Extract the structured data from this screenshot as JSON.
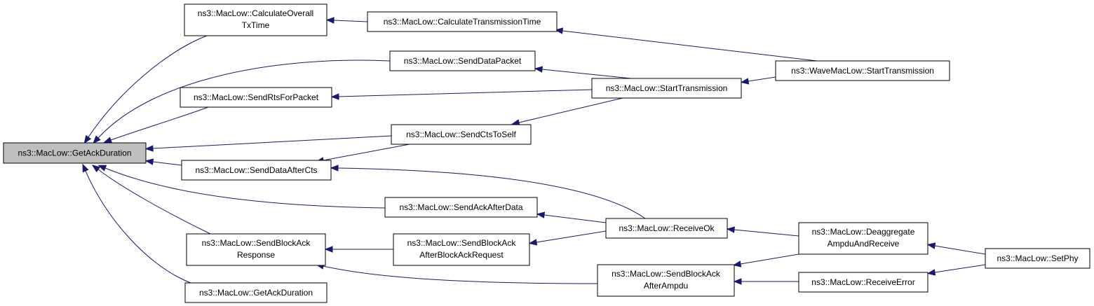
{
  "colors": {
    "edge": "#191970",
    "root_fill": "#bfbfbf",
    "node_fill": "#ffffff",
    "node_border": "#000000"
  },
  "nodes": {
    "getackduration_root": {
      "lines": [
        "ns3::MacLow::GetAckDuration"
      ]
    },
    "calculate_overall_txtime": {
      "lines": [
        "ns3::MacLow::CalculateOverall",
        "TxTime"
      ]
    },
    "calculate_transmission_time": {
      "lines": [
        "ns3::MacLow::CalculateTransmissionTime"
      ]
    },
    "send_data_packet": {
      "lines": [
        "ns3::MacLow::SendDataPacket"
      ]
    },
    "send_rts_for_packet": {
      "lines": [
        "ns3::MacLow::SendRtsForPacket"
      ]
    },
    "start_transmission": {
      "lines": [
        "ns3::MacLow::StartTransmission"
      ]
    },
    "wave_start_transmission": {
      "lines": [
        "ns3::WaveMacLow::StartTransmission"
      ]
    },
    "send_cts_to_self": {
      "lines": [
        "ns3::MacLow::SendCtsToSelf"
      ]
    },
    "send_data_after_cts": {
      "lines": [
        "ns3::MacLow::SendDataAfterCts"
      ]
    },
    "send_ack_after_data": {
      "lines": [
        "ns3::MacLow::SendAckAfterData"
      ]
    },
    "receive_ok": {
      "lines": [
        "ns3::MacLow::ReceiveOk"
      ]
    },
    "send_block_ack_response": {
      "lines": [
        "ns3::MacLow::SendBlockAck",
        "Response"
      ]
    },
    "send_block_ack_after_bar": {
      "lines": [
        "ns3::MacLow::SendBlockAck",
        "AfterBlockAckRequest"
      ]
    },
    "deaggregate": {
      "lines": [
        "ns3::MacLow::Deaggregate",
        "AmpduAndReceive"
      ]
    },
    "set_phy": {
      "lines": [
        "ns3::MacLow::SetPhy"
      ]
    },
    "send_block_ack_after_ampdu": {
      "lines": [
        "ns3::MacLow::SendBlockAck",
        "AfterAmpdu"
      ]
    },
    "receive_error": {
      "lines": [
        "ns3::MacLow::ReceiveError"
      ]
    },
    "getackduration_overload": {
      "lines": [
        "ns3::MacLow::GetAckDuration"
      ]
    }
  },
  "edges": [
    {
      "from": "calculate_overall_txtime",
      "to": "getackduration_root"
    },
    {
      "from": "send_data_packet",
      "to": "getackduration_root"
    },
    {
      "from": "send_rts_for_packet",
      "to": "getackduration_root"
    },
    {
      "from": "send_cts_to_self",
      "to": "getackduration_root"
    },
    {
      "from": "send_data_after_cts",
      "to": "getackduration_root"
    },
    {
      "from": "send_ack_after_data",
      "to": "getackduration_root"
    },
    {
      "from": "send_block_ack_response",
      "to": "getackduration_root"
    },
    {
      "from": "getackduration_overload",
      "to": "getackduration_root"
    },
    {
      "from": "calculate_transmission_time",
      "to": "calculate_overall_txtime"
    },
    {
      "from": "wave_start_transmission",
      "to": "calculate_transmission_time"
    },
    {
      "from": "start_transmission",
      "to": "send_data_packet"
    },
    {
      "from": "start_transmission",
      "to": "send_rts_for_packet"
    },
    {
      "from": "start_transmission",
      "to": "send_cts_to_self"
    },
    {
      "from": "wave_start_transmission",
      "to": "start_transmission"
    },
    {
      "from": "send_cts_to_self",
      "to": "send_data_after_cts"
    },
    {
      "from": "receive_ok",
      "to": "send_data_after_cts"
    },
    {
      "from": "receive_ok",
      "to": "send_ack_after_data"
    },
    {
      "from": "receive_ok",
      "to": "send_block_ack_after_bar"
    },
    {
      "from": "deaggregate",
      "to": "receive_ok"
    },
    {
      "from": "send_block_ack_after_bar",
      "to": "send_block_ack_response"
    },
    {
      "from": "send_block_ack_after_ampdu",
      "to": "send_block_ack_response"
    },
    {
      "from": "deaggregate",
      "to": "send_block_ack_after_ampdu"
    },
    {
      "from": "receive_error",
      "to": "send_block_ack_after_ampdu"
    },
    {
      "from": "set_phy",
      "to": "deaggregate"
    },
    {
      "from": "set_phy",
      "to": "receive_error"
    }
  ]
}
